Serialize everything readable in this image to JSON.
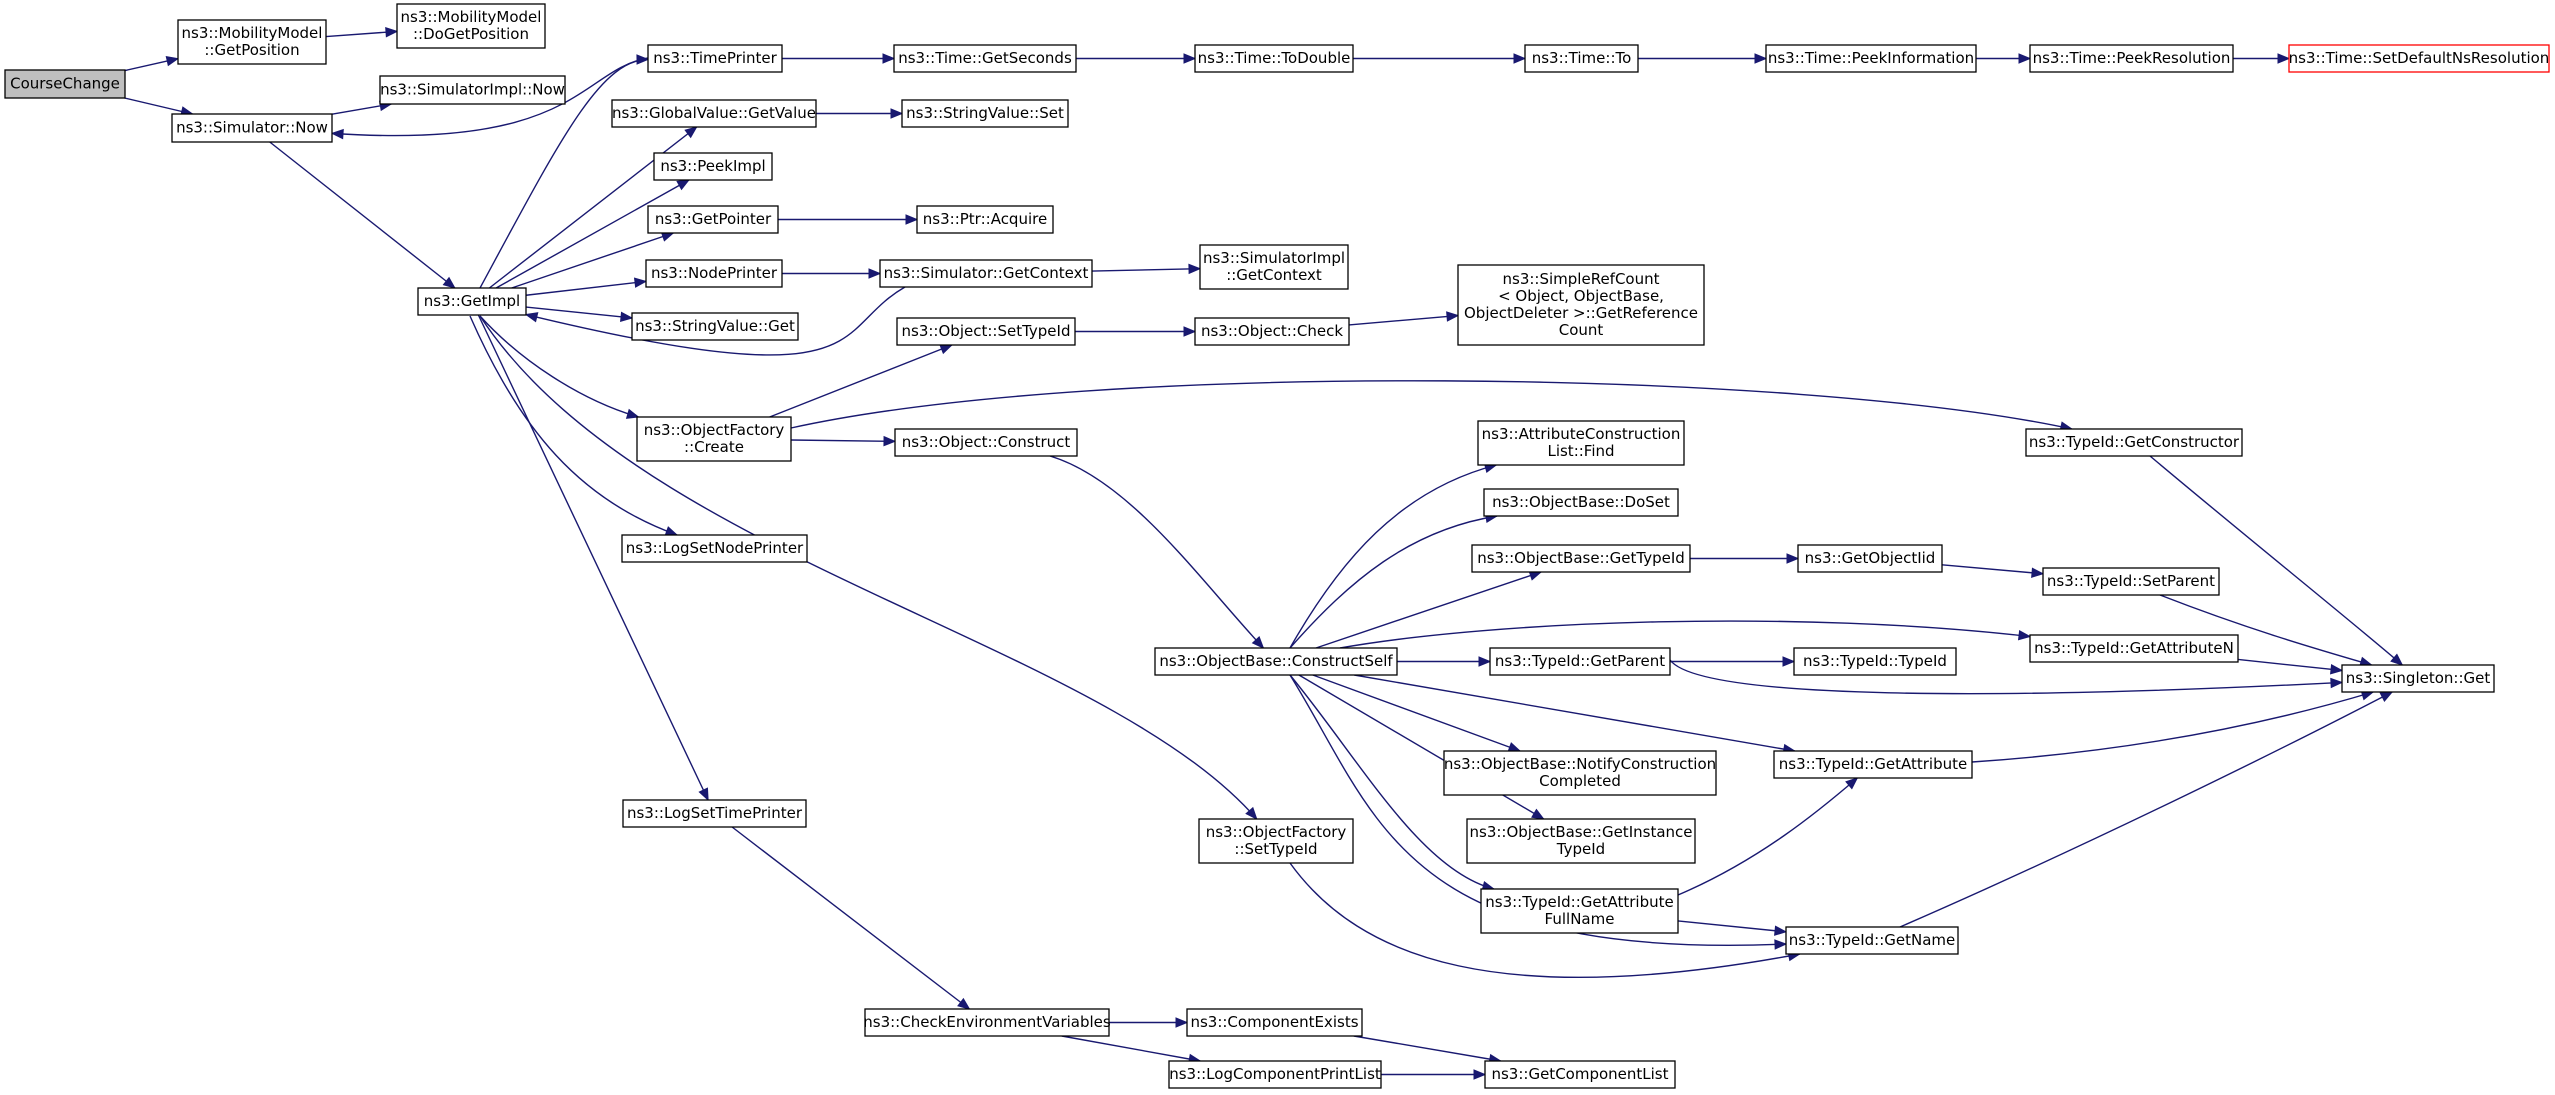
{
  "diagram": {
    "type": "call graph",
    "colors": {
      "edge": "#191970",
      "root_fill": "#bfbfbf",
      "node_border": "#000000",
      "leaf_border": "#ff0000"
    },
    "nodes": [
      {
        "id": "course_change",
        "lines": [
          "CourseChange"
        ],
        "style": "root"
      },
      {
        "id": "mm_getposition",
        "lines": [
          "ns3::MobilityModel",
          "::GetPosition"
        ]
      },
      {
        "id": "mm_dogetposition",
        "lines": [
          "ns3::MobilityModel",
          "::DoGetPosition"
        ]
      },
      {
        "id": "simimpl_now",
        "lines": [
          "ns3::SimulatorImpl::Now"
        ]
      },
      {
        "id": "sim_now",
        "lines": [
          "ns3::Simulator::Now"
        ]
      },
      {
        "id": "getimpl",
        "lines": [
          "ns3::GetImpl"
        ]
      },
      {
        "id": "timeprinter",
        "lines": [
          "ns3::TimePrinter"
        ]
      },
      {
        "id": "time_getseconds",
        "lines": [
          "ns3::Time::GetSeconds"
        ]
      },
      {
        "id": "time_todouble",
        "lines": [
          "ns3::Time::ToDouble"
        ]
      },
      {
        "id": "time_to",
        "lines": [
          "ns3::Time::To"
        ]
      },
      {
        "id": "time_peekinformation",
        "lines": [
          "ns3::Time::PeekInformation"
        ]
      },
      {
        "id": "time_peekresolution",
        "lines": [
          "ns3::Time::PeekResolution"
        ]
      },
      {
        "id": "time_setdefaultnsresolution",
        "lines": [
          "ns3::Time::SetDefaultNsResolution"
        ],
        "style": "leaf"
      },
      {
        "id": "globalvalue_getvalue",
        "lines": [
          "ns3::GlobalValue::GetValue"
        ]
      },
      {
        "id": "stringvalue_set",
        "lines": [
          "ns3::StringValue::Set"
        ]
      },
      {
        "id": "peekimpl",
        "lines": [
          "ns3::PeekImpl"
        ]
      },
      {
        "id": "getpointer",
        "lines": [
          "ns3::GetPointer"
        ]
      },
      {
        "id": "ptr_acquire",
        "lines": [
          "ns3::Ptr::Acquire"
        ]
      },
      {
        "id": "nodeprinter",
        "lines": [
          "ns3::NodePrinter"
        ]
      },
      {
        "id": "sim_getcontext",
        "lines": [
          "ns3::Simulator::GetContext"
        ]
      },
      {
        "id": "simimpl_getcontext",
        "lines": [
          "ns3::SimulatorImpl",
          "::GetContext"
        ]
      },
      {
        "id": "stringvalue_get",
        "lines": [
          "ns3::StringValue::Get"
        ]
      },
      {
        "id": "object_settypeid",
        "lines": [
          "ns3::Object::SetTypeId"
        ]
      },
      {
        "id": "object_check",
        "lines": [
          "ns3::Object::Check"
        ]
      },
      {
        "id": "simplerefcount",
        "lines": [
          "ns3::SimpleRefCount",
          "< Object, ObjectBase,",
          " ObjectDeleter >::GetReference",
          "Count"
        ]
      },
      {
        "id": "objectfactory_create",
        "lines": [
          "ns3::ObjectFactory",
          "::Create"
        ]
      },
      {
        "id": "object_construct",
        "lines": [
          "ns3::Object::Construct"
        ]
      },
      {
        "id": "typeid_getconstructor",
        "lines": [
          "ns3::TypeId::GetConstructor"
        ]
      },
      {
        "id": "attrconstructionlist_find",
        "lines": [
          "ns3::AttributeConstruction",
          "List::Find"
        ]
      },
      {
        "id": "objectbase_doset",
        "lines": [
          "ns3::ObjectBase::DoSet"
        ]
      },
      {
        "id": "objectbase_gettypeid",
        "lines": [
          "ns3::ObjectBase::GetTypeId"
        ]
      },
      {
        "id": "getobjectiid",
        "lines": [
          "ns3::GetObjectIid"
        ]
      },
      {
        "id": "typeid_setparent",
        "lines": [
          "ns3::TypeId::SetParent"
        ]
      },
      {
        "id": "logsetnodeprinter",
        "lines": [
          "ns3::LogSetNodePrinter"
        ]
      },
      {
        "id": "objectbase_constructself",
        "lines": [
          "ns3::ObjectBase::ConstructSelf"
        ]
      },
      {
        "id": "typeid_getparent",
        "lines": [
          "ns3::TypeId::GetParent"
        ]
      },
      {
        "id": "typeid_typeid",
        "lines": [
          "ns3::TypeId::TypeId"
        ]
      },
      {
        "id": "typeid_getattributen",
        "lines": [
          "ns3::TypeId::GetAttributeN"
        ]
      },
      {
        "id": "singleton_get",
        "lines": [
          "ns3::Singleton::Get"
        ]
      },
      {
        "id": "objectbase_notifyconstructioncompleted",
        "lines": [
          "ns3::ObjectBase::NotifyConstruction",
          "Completed"
        ]
      },
      {
        "id": "typeid_getattribute",
        "lines": [
          "ns3::TypeId::GetAttribute"
        ]
      },
      {
        "id": "logsettimeprinter",
        "lines": [
          "ns3::LogSetTimePrinter"
        ]
      },
      {
        "id": "objectfactory_settypeid",
        "lines": [
          "ns3::ObjectFactory",
          "::SetTypeId"
        ]
      },
      {
        "id": "objectbase_getinstancetypeid",
        "lines": [
          "ns3::ObjectBase::GetInstance",
          "TypeId"
        ]
      },
      {
        "id": "typeid_getattributefullname",
        "lines": [
          "ns3::TypeId::GetAttribute",
          "FullName"
        ]
      },
      {
        "id": "typeid_getname",
        "lines": [
          "ns3::TypeId::GetName"
        ]
      },
      {
        "id": "checkenvironmentvariables",
        "lines": [
          "ns3::CheckEnvironmentVariables"
        ]
      },
      {
        "id": "componentexists",
        "lines": [
          "ns3::ComponentExists"
        ]
      },
      {
        "id": "logcomponentprintlist",
        "lines": [
          "ns3::LogComponentPrintList"
        ]
      },
      {
        "id": "getcomponentlist",
        "lines": [
          "ns3::GetComponentList"
        ]
      }
    ],
    "edges": [
      {
        "from": "course_change",
        "to": "mm_getposition"
      },
      {
        "from": "course_change",
        "to": "sim_now"
      },
      {
        "from": "mm_getposition",
        "to": "mm_dogetposition"
      },
      {
        "from": "sim_now",
        "to": "simimpl_now"
      },
      {
        "from": "sim_now",
        "to": "getimpl"
      },
      {
        "from": "getimpl",
        "to": "timeprinter"
      },
      {
        "from": "getimpl",
        "to": "globalvalue_getvalue"
      },
      {
        "from": "getimpl",
        "to": "peekimpl"
      },
      {
        "from": "getimpl",
        "to": "getpointer"
      },
      {
        "from": "getimpl",
        "to": "nodeprinter"
      },
      {
        "from": "getimpl",
        "to": "stringvalue_get"
      },
      {
        "from": "getimpl",
        "to": "objectfactory_create"
      },
      {
        "from": "getimpl",
        "to": "logsetnodeprinter"
      },
      {
        "from": "getimpl",
        "to": "logsettimeprinter"
      },
      {
        "from": "getimpl",
        "to": "objectfactory_settypeid"
      },
      {
        "from": "timeprinter",
        "to": "sim_now"
      },
      {
        "from": "timeprinter",
        "to": "time_getseconds"
      },
      {
        "from": "time_getseconds",
        "to": "time_todouble"
      },
      {
        "from": "time_todouble",
        "to": "time_to"
      },
      {
        "from": "time_to",
        "to": "time_peekinformation"
      },
      {
        "from": "time_peekinformation",
        "to": "time_peekresolution"
      },
      {
        "from": "time_peekresolution",
        "to": "time_setdefaultnsresolution"
      },
      {
        "from": "globalvalue_getvalue",
        "to": "stringvalue_set"
      },
      {
        "from": "getpointer",
        "to": "ptr_acquire"
      },
      {
        "from": "nodeprinter",
        "to": "sim_getcontext"
      },
      {
        "from": "sim_getcontext",
        "to": "simimpl_getcontext"
      },
      {
        "from": "sim_getcontext",
        "to": "getimpl"
      },
      {
        "from": "objectfactory_create",
        "to": "object_settypeid"
      },
      {
        "from": "objectfactory_create",
        "to": "object_construct"
      },
      {
        "from": "objectfactory_create",
        "to": "typeid_getconstructor"
      },
      {
        "from": "object_settypeid",
        "to": "object_check"
      },
      {
        "from": "object_check",
        "to": "simplerefcount"
      },
      {
        "from": "object_construct",
        "to": "objectbase_constructself"
      },
      {
        "from": "typeid_getconstructor",
        "to": "singleton_get"
      },
      {
        "from": "objectbase_constructself",
        "to": "attrconstructionlist_find"
      },
      {
        "from": "objectbase_constructself",
        "to": "objectbase_doset"
      },
      {
        "from": "objectbase_constructself",
        "to": "objectbase_gettypeid"
      },
      {
        "from": "objectbase_constructself",
        "to": "typeid_getattributen"
      },
      {
        "from": "objectbase_constructself",
        "to": "typeid_getparent"
      },
      {
        "from": "objectbase_constructself",
        "to": "objectbase_notifyconstructioncompleted"
      },
      {
        "from": "objectbase_constructself",
        "to": "typeid_getattribute"
      },
      {
        "from": "objectbase_constructself",
        "to": "objectbase_getinstancetypeid"
      },
      {
        "from": "objectbase_constructself",
        "to": "typeid_getattributefullname"
      },
      {
        "from": "objectbase_constructself",
        "to": "typeid_getname"
      },
      {
        "from": "objectbase_gettypeid",
        "to": "getobjectiid"
      },
      {
        "from": "getobjectiid",
        "to": "typeid_setparent"
      },
      {
        "from": "typeid_setparent",
        "to": "singleton_get"
      },
      {
        "from": "typeid_getparent",
        "to": "typeid_typeid"
      },
      {
        "from": "typeid_getparent",
        "to": "singleton_get"
      },
      {
        "from": "typeid_getattributen",
        "to": "singleton_get"
      },
      {
        "from": "typeid_getattribute",
        "to": "singleton_get"
      },
      {
        "from": "typeid_getattributefullname",
        "to": "typeid_getattribute"
      },
      {
        "from": "typeid_getattributefullname",
        "to": "typeid_getname"
      },
      {
        "from": "typeid_getname",
        "to": "singleton_get"
      },
      {
        "from": "objectfactory_settypeid",
        "to": "typeid_getname"
      },
      {
        "from": "logsettimeprinter",
        "to": "checkenvironmentvariables"
      },
      {
        "from": "checkenvironmentvariables",
        "to": "componentexists"
      },
      {
        "from": "checkenvironmentvariables",
        "to": "logcomponentprintlist"
      },
      {
        "from": "componentexists",
        "to": "getcomponentlist"
      },
      {
        "from": "logcomponentprintlist",
        "to": "getcomponentlist"
      }
    ]
  }
}
